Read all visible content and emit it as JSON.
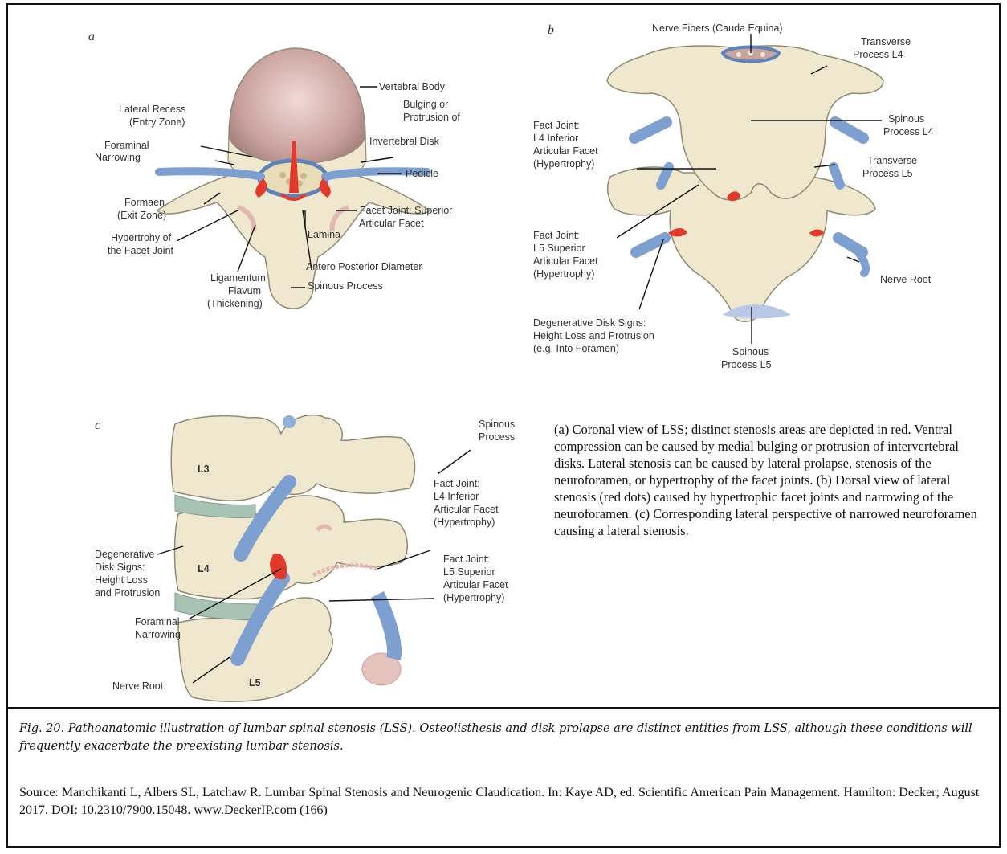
{
  "panel_a": {
    "letter": "a",
    "labels": {
      "vertebral_body": "Vertebral Body",
      "bulging": [
        "Bulging or",
        "Protrusion of",
        "Invertebral Disk"
      ],
      "lateral_recess": [
        "Lateral Recess",
        "(Entry Zone)"
      ],
      "foraminal_narrowing": [
        "Foraminal",
        "Narrowing"
      ],
      "pedicle": "Pedicle",
      "formaen": [
        "Formaen",
        "(Exit Zone)"
      ],
      "facet_joint_superior": [
        "Facet Joint: Superior",
        "Articular Facet"
      ],
      "hypertrophy": [
        "Hypertrohy of",
        "the Facet Joint"
      ],
      "lamina": "Lamina",
      "antero_posterior": "Antero Posterior Diameter",
      "ligamentum": [
        "Ligamentum",
        "Flavum",
        "(Thickening)"
      ],
      "spinous_process": "Spinous Process"
    }
  },
  "panel_b": {
    "letter": "b",
    "labels": {
      "nerve_fibers": "Nerve Fibers (Cauda Equina)",
      "transverse_l4": [
        "Transverse",
        "Process L4"
      ],
      "spinous_l4": [
        "Spinous",
        "Process L4"
      ],
      "fact_joint_l4": [
        "Fact Joint:",
        "L4 Inferior",
        "Articular Facet",
        "(Hypertrophy)"
      ],
      "transverse_l5": [
        "Transverse",
        "Process L5"
      ],
      "fact_joint_l5": [
        "Fact Joint:",
        "L5 Superior",
        "Articular Facet",
        "(Hypertrophy)"
      ],
      "nerve_root": "Nerve Root",
      "degenerative": [
        "Degenerative Disk Signs:",
        "Height Loss and Protrusion",
        "(e.g, Into Foramen)"
      ],
      "spinous_l5": [
        "Spinous",
        "Process L5"
      ]
    }
  },
  "panel_c": {
    "letter": "c",
    "labels": {
      "spinous_process": [
        "Spinous",
        "Process"
      ],
      "l3": "L3",
      "l4": "L4",
      "l5": "L5",
      "fact_joint_l4": [
        "Fact Joint:",
        "L4 Inferior",
        "Articular Facet",
        "(Hypertrophy)"
      ],
      "degenerative": [
        "Degenerative",
        "Disk Signs:",
        "Height Loss",
        "and Protrusion"
      ],
      "fact_joint_l5": [
        "Fact Joint:",
        "L5 Superior",
        "Articular Facet",
        "(Hypertrophy)"
      ],
      "foraminal_narrowing": [
        "Foraminal",
        "Narrowing"
      ],
      "nerve_root": "Nerve Root"
    }
  },
  "description": "(a) Coronal view of LSS; distinct stenosis areas are depicted in red. Ventral compression can be caused by medial bulging or protrusion of intervertebral disks. Lateral stenosis can be caused by lateral prolapse, stenosis of the neuroforamen, or hypertrophy of the facet joints. (b) Dorsal view of lateral stenosis (red dots) caused by hypertrophic facet joints and narrowing of the neuroforamen. (c) Corresponding lateral perspective of narrowed neuroforamen causing a lateral stenosis.",
  "caption": "Fig. 20. Pathoanatomic illustration of lumbar spinal stenosis (LSS). Osteolisthesis and disk prolapse are distinct entities from LSS, although these conditions will frequently exacerbate the preexisting lumbar stenosis.",
  "source": "Source: Manchikanti L, Albers SL, Latchaw R. Lumbar Spinal Stenosis and Neurogenic Claudication. In: Kaye AD, ed. Scientific American Pain Management. Hamilton: Decker; August 2017. DOI: 10.2310/7900.15048. www.DeckerIP.com (166)",
  "colors": {
    "bone": "#efe8cf",
    "bone_outline": "#8f8a74",
    "disk": "#c8a4a0",
    "nerve": "#7da0d0",
    "red": "#e23a2a",
    "cartilage": "#e7c7c3"
  }
}
